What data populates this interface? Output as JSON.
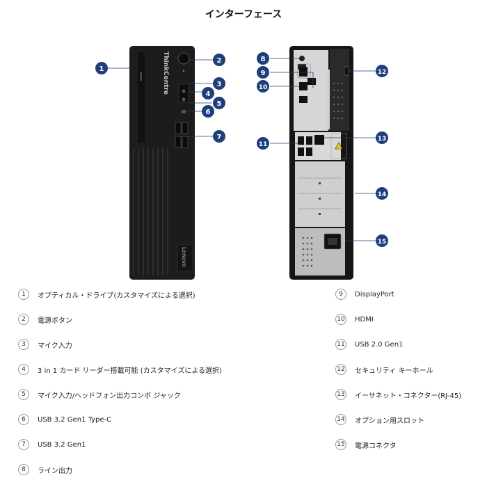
{
  "title": "インターフェース",
  "front_logo": "ThinkCentre",
  "brand": "Lenovo",
  "callouts_front": [
    "1",
    "2",
    "3",
    "4",
    "5",
    "6",
    "7"
  ],
  "callouts_rear": [
    "8",
    "9",
    "10",
    "11",
    "12",
    "13",
    "14",
    "15"
  ],
  "legend": [
    {
      "num": "1",
      "label": "オプティカル・ドライブ(カスタマイズによる選択)"
    },
    {
      "num": "2",
      "label": "電源ボタン"
    },
    {
      "num": "3",
      "label": "マイク入力"
    },
    {
      "num": "4",
      "label": "3 in 1 カード リーダー搭載可能 (カスタマイズによる選択)"
    },
    {
      "num": "5",
      "label": "マイク入力/ヘッドフォン出力コンボ ジャック"
    },
    {
      "num": "6",
      "label": "USB 3.2 Gen1 Type-C"
    },
    {
      "num": "7",
      "label": "USB 3.2 Gen1"
    },
    {
      "num": "8",
      "label": "ライン出力"
    },
    {
      "num": "9",
      "label": "DisplayPort"
    },
    {
      "num": "10",
      "label": "HDMI"
    },
    {
      "num": "11",
      "label": "USB 2.0 Gen1"
    },
    {
      "num": "12",
      "label": "セキュリティ キーホール"
    },
    {
      "num": "13",
      "label": "イーサネット・コネクター(RJ-45)"
    },
    {
      "num": "14",
      "label": "オプション用スロット"
    },
    {
      "num": "15",
      "label": "電源コネクタ"
    }
  ],
  "colors": {
    "callout": "#1e3f7a",
    "case": "#1a1a1a",
    "rear_panel": "#d9d9d9"
  }
}
